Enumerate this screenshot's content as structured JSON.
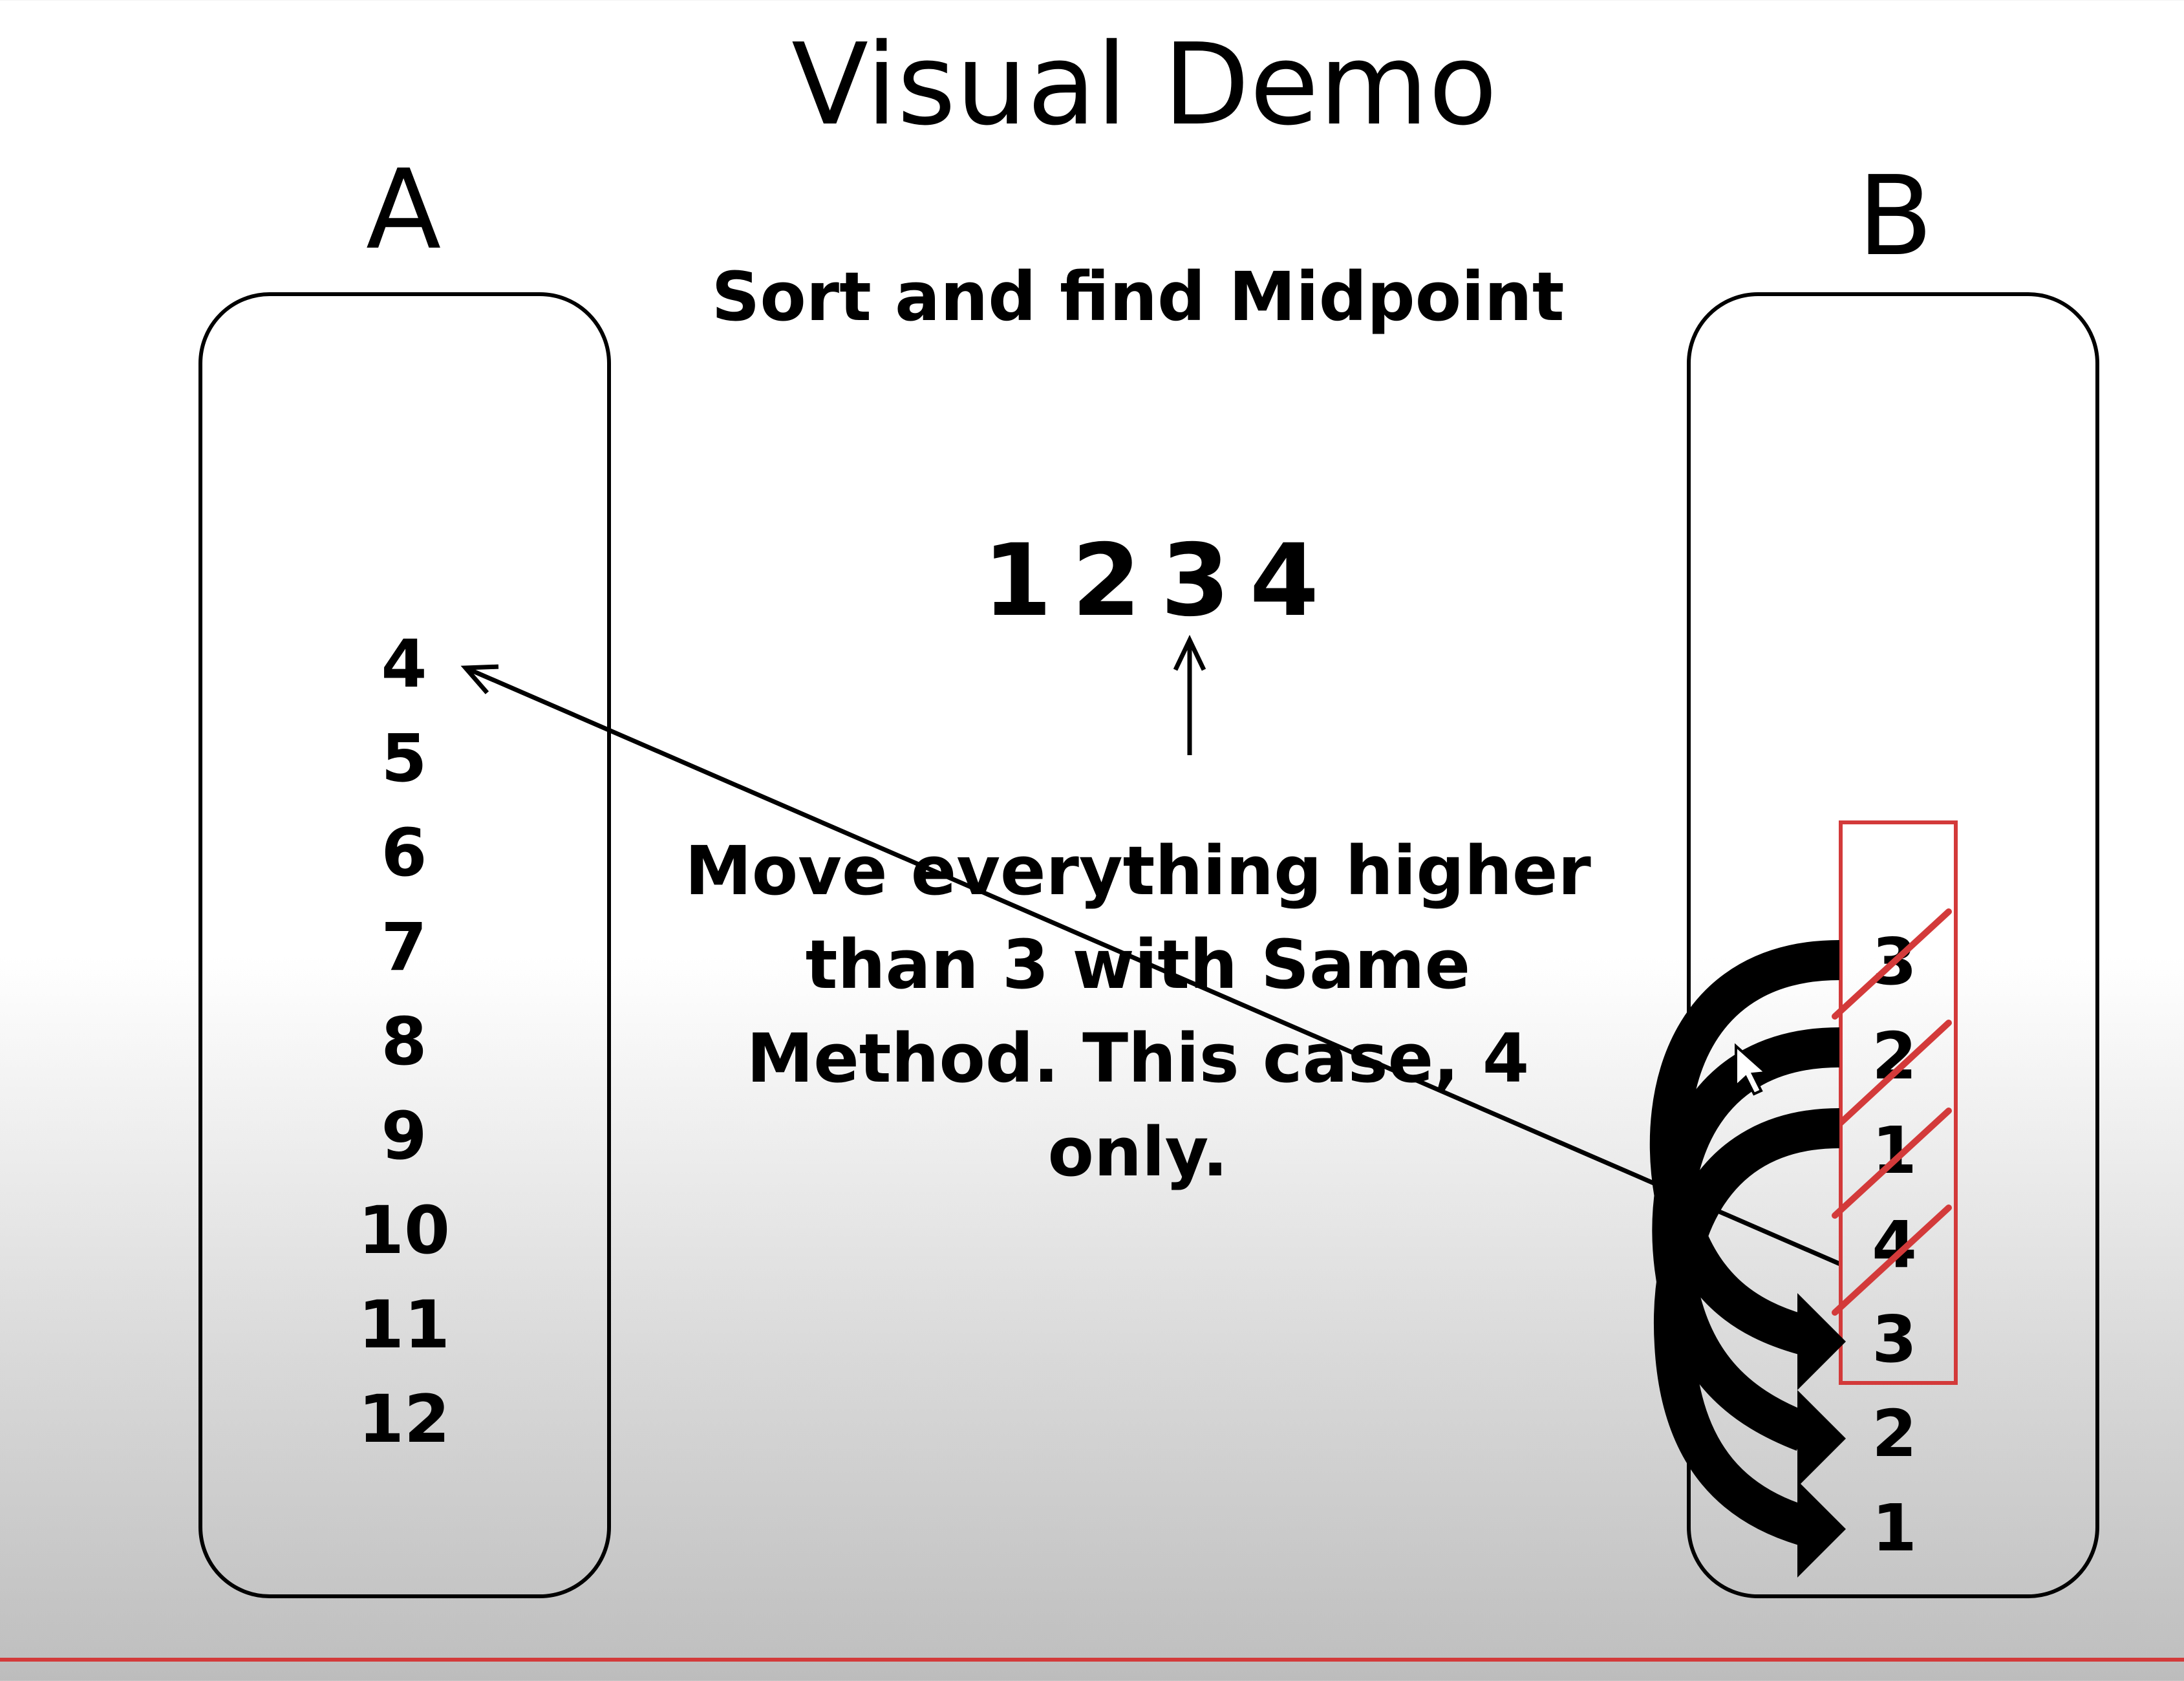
{
  "slide": {
    "title": "Visual Demo",
    "subtitle": "Sort and find Midpoint",
    "sorted_values": [
      "1",
      "2",
      "3",
      "4"
    ],
    "instruction_lines": [
      "Move everything higher",
      "than 3 with Same",
      "Method. This case, 4 only."
    ]
  },
  "column_a": {
    "label": "A",
    "items": [
      "4",
      "5",
      "6",
      "7",
      "8",
      "9",
      "10",
      "11",
      "12"
    ]
  },
  "column_b": {
    "label": "B",
    "items": [
      "3",
      "2",
      "1",
      "4",
      "3",
      "2",
      "1"
    ],
    "crossed_out_items": [
      "3",
      "2",
      "1",
      "4"
    ],
    "highlighted_items": [
      "3",
      "2",
      "1",
      "4",
      "3"
    ]
  },
  "colors": {
    "foreground": "#000000",
    "highlight_red": "#d33a3a",
    "background_top": "#ffffff",
    "background_bottom": "#bcbcbc"
  },
  "icons": [
    "mouse-cursor-icon",
    "up-arrow-icon",
    "move-arrow-icon",
    "curved-arrow-icon"
  ]
}
